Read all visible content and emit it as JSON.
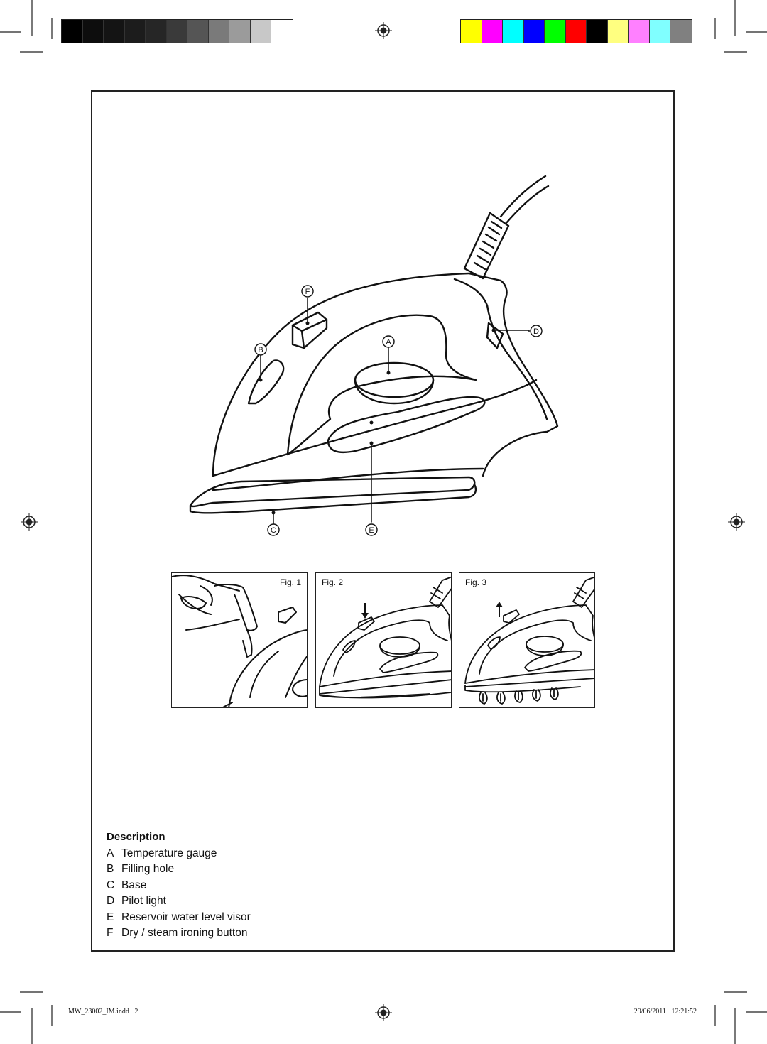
{
  "grayscale_bar": {
    "colors": [
      "#000000",
      "#0d0d0d",
      "#141414",
      "#1c1c1c",
      "#262626",
      "#3a3a3a",
      "#555555",
      "#7a7a7a",
      "#9b9b9b",
      "#c8c8c8",
      "#ffffff"
    ]
  },
  "color_bar": {
    "colors": [
      "#ffff00",
      "#ff00ff",
      "#00ffff",
      "#0000ff",
      "#00ff00",
      "#ff0000",
      "#000000",
      "#ffff80",
      "#ff80ff",
      "#80ffff",
      "#808080"
    ]
  },
  "diagram": {
    "callouts": {
      "a": "A",
      "b": "B",
      "c": "C",
      "d": "D",
      "e": "E",
      "f": "F"
    }
  },
  "figures": [
    {
      "label": "Fig. 1"
    },
    {
      "label": "Fig. 2"
    },
    {
      "label": "Fig. 3"
    }
  ],
  "description": {
    "heading": "Description",
    "items": [
      {
        "key": "A",
        "text": "Temperature gauge"
      },
      {
        "key": "B",
        "text": "Filling hole"
      },
      {
        "key": "C",
        "text": "Base"
      },
      {
        "key": "D",
        "text": "Pilot light"
      },
      {
        "key": "E",
        "text": "Reservoir water level visor"
      },
      {
        "key": "F",
        "text": "Dry / steam ironing button"
      }
    ]
  },
  "footer": {
    "file": "MW_23002_IM.indd   2",
    "date": "29/06/2011   12:21:52"
  }
}
